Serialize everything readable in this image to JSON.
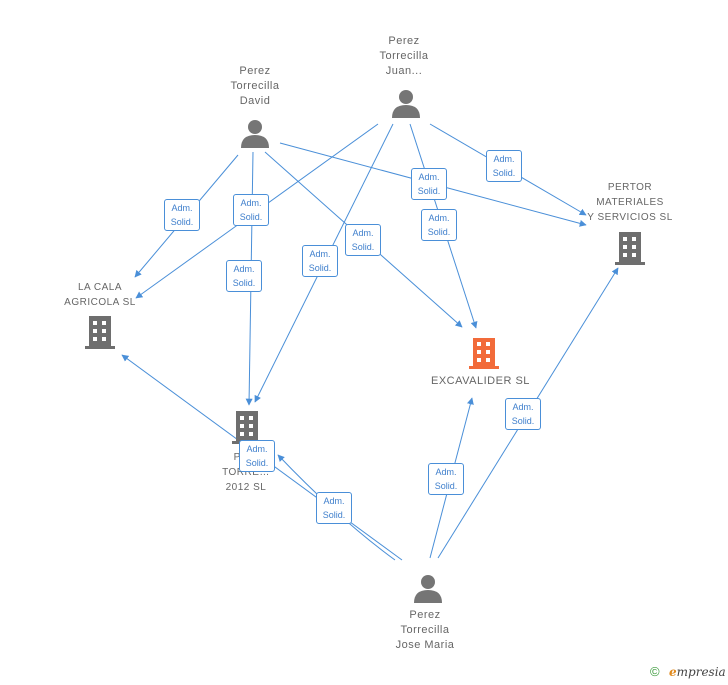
{
  "people": {
    "david": {
      "line1": "Perez",
      "line2": "Torrecilla",
      "line3": "David"
    },
    "juan": {
      "line1": "Perez",
      "line2": "Torrecilla",
      "line3": "Juan..."
    },
    "jose": {
      "line1": "Perez",
      "line2": "Torrecilla",
      "line3": "Jose Maria"
    }
  },
  "companies": {
    "pertor": {
      "line1": "PERTOR",
      "line2": "MATERIALES",
      "line3": "Y SERVICIOS SL"
    },
    "lacala": {
      "line1": "LA CALA",
      "line2": "AGRICOLA SL"
    },
    "perez2012": {
      "line1": "PE…",
      "line2": "TORRE…",
      "line3": "2012 SL"
    },
    "excavalider": {
      "name": "EXCAVALIDER SL"
    }
  },
  "relation": {
    "line1": "Adm.",
    "line2": "Solid."
  },
  "footer": {
    "copyright": "©",
    "brand_initial": "e",
    "brand_rest": "mpresia"
  },
  "colors": {
    "edge": "#4a8fd8",
    "person": "#757575",
    "company": "#6e6e6e",
    "highlight": "#f26b3a"
  }
}
